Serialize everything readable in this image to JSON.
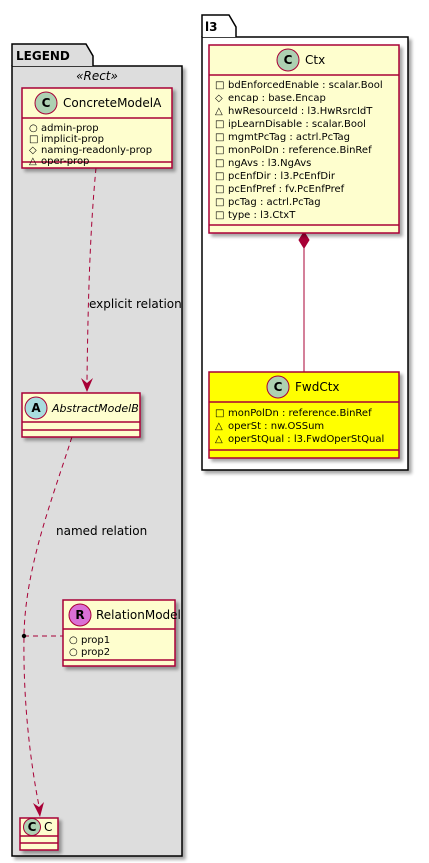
{
  "packages": {
    "legend": {
      "title": "LEGEND",
      "stereotype": "«Rect»"
    },
    "l3": {
      "title": "l3"
    }
  },
  "classes": {
    "concrete_model_a": {
      "badge": "C",
      "name": "ConcreteModelA",
      "attributes": [
        {
          "vis": "○",
          "text": "admin-prop"
        },
        {
          "vis": "□",
          "text": "implicit-prop"
        },
        {
          "vis": "◇",
          "text": "naming-readonly-prop"
        },
        {
          "vis": "△",
          "text": "oper-prop"
        }
      ]
    },
    "abstract_model_b": {
      "badge": "A",
      "name": "AbstractModelB"
    },
    "relation_model": {
      "badge": "R",
      "name": "RelationModel",
      "attributes": [
        {
          "vis": "○",
          "text": "prop1"
        },
        {
          "vis": "○",
          "text": "prop2"
        }
      ]
    },
    "c": {
      "badge": "C",
      "name": "C"
    },
    "ctx": {
      "badge": "C",
      "name": "Ctx",
      "attributes": [
        {
          "vis": "□",
          "text": "bdEnforcedEnable : scalar.Bool"
        },
        {
          "vis": "◇",
          "text": "encap : base.Encap"
        },
        {
          "vis": "△",
          "text": "hwResourceId : l3.HwRsrcIdT"
        },
        {
          "vis": "□",
          "text": "ipLearnDisable : scalar.Bool"
        },
        {
          "vis": "□",
          "text": "mgmtPcTag : actrl.PcTag"
        },
        {
          "vis": "□",
          "text": "monPolDn : reference.BinRef"
        },
        {
          "vis": "□",
          "text": "ngAvs : l3.NgAvs"
        },
        {
          "vis": "□",
          "text": "pcEnfDir : l3.PcEnfDir"
        },
        {
          "vis": "□",
          "text": "pcEnfPref : fv.PcEnfPref"
        },
        {
          "vis": "□",
          "text": "pcTag : actrl.PcTag"
        },
        {
          "vis": "□",
          "text": "type : l3.CtxT"
        }
      ]
    },
    "fwd_ctx": {
      "badge": "C",
      "name": "FwdCtx",
      "attributes": [
        {
          "vis": "□",
          "text": "monPolDn : reference.BinRef"
        },
        {
          "vis": "△",
          "text": "operSt : nw.OSSum"
        },
        {
          "vis": "△",
          "text": "operStQual : l3.FwdOperStQual"
        }
      ]
    }
  },
  "relations": {
    "explicit": "explicit relation",
    "named": "named relation"
  },
  "colors": {
    "class_fill": "#FEFECE",
    "class_border": "#A80036",
    "highlight_fill": "#FFFF00",
    "package_fill": "#DDDDDD",
    "badge_c": "#ADD1B2",
    "badge_a": "#A9DCDF",
    "badge_r": "#DA70D6"
  }
}
